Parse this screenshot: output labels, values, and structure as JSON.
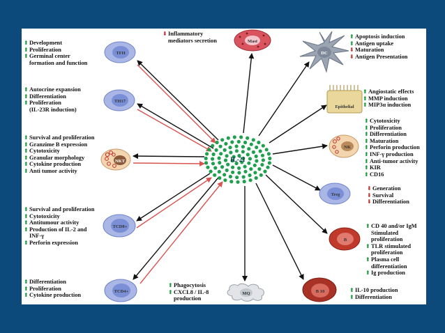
{
  "center": {
    "label": "IL-21"
  },
  "colors": {
    "background": "#0b4a7a",
    "up_arrow": "#1a9a3a",
    "down_arrow": "#c0302c",
    "center_dots": "#1fa04e",
    "link_red": "#d9534f",
    "link_black": "#111111"
  },
  "cells": [
    {
      "id": "tfh",
      "label": "TFH",
      "lines": [
        {
          "dir": "up",
          "text": "Development"
        },
        {
          "dir": "up",
          "text": "Proliferation"
        },
        {
          "dir": "up",
          "text": "Germinal center"
        },
        {
          "dir": "",
          "text": "formation and function"
        }
      ]
    },
    {
      "id": "th17",
      "label": "TH17",
      "lines": [
        {
          "dir": "up",
          "text": "Autocrine expansion"
        },
        {
          "dir": "up",
          "text": "Differentiation"
        },
        {
          "dir": "up",
          "text": "Proliferation"
        },
        {
          "dir": "",
          "text": "(IL-23R induction)"
        }
      ]
    },
    {
      "id": "nkt",
      "label": "NKT",
      "lines": [
        {
          "dir": "up",
          "text": "Survival and proliferation"
        },
        {
          "dir": "up",
          "text": "Granzime B expression"
        },
        {
          "dir": "up",
          "text": "Cytotoxicity"
        },
        {
          "dir": "up",
          "text": "Granular morphology"
        },
        {
          "dir": "up",
          "text": "Cytokine production"
        },
        {
          "dir": "up",
          "text": "Anti tumor activity"
        }
      ]
    },
    {
      "id": "tcd8",
      "label": "TCD8+",
      "lines": [
        {
          "dir": "up",
          "text": "Survival and proliferation"
        },
        {
          "dir": "up",
          "text": "Cytotoxicity"
        },
        {
          "dir": "up",
          "text": "Antitumour activity"
        },
        {
          "dir": "up",
          "text": "Production of IL-2 and"
        },
        {
          "dir": "",
          "text": "INF-γ"
        },
        {
          "dir": "up",
          "text": "Perforin expression"
        }
      ]
    },
    {
      "id": "tcd4",
      "label": "TCD4+",
      "lines": [
        {
          "dir": "up",
          "text": "Differentiation"
        },
        {
          "dir": "up",
          "text": "Proliferation"
        },
        {
          "dir": "up",
          "text": "Cytokine production"
        }
      ]
    },
    {
      "id": "mast",
      "label": "Mast",
      "lines": [
        {
          "dir": "down",
          "text": "Inflammatory"
        },
        {
          "dir": "",
          "text": "mediators secretion"
        }
      ]
    },
    {
      "id": "dc",
      "label": "DC",
      "lines": [
        {
          "dir": "up",
          "text": "Apoptosis induction"
        },
        {
          "dir": "up",
          "text": "Antigen uptake"
        },
        {
          "dir": "down",
          "text": "Maturation"
        },
        {
          "dir": "down",
          "text": "Antigen Presentation"
        }
      ]
    },
    {
      "id": "epithelial",
      "label": "Epithelial",
      "lines": [
        {
          "dir": "up",
          "text": "Angiostatic effects"
        },
        {
          "dir": "up",
          "text": "MMP induction"
        },
        {
          "dir": "up",
          "text": "MIP3α induction"
        }
      ]
    },
    {
      "id": "nk",
      "label": "NK",
      "lines": [
        {
          "dir": "up",
          "text": "Cytotoxicity"
        },
        {
          "dir": "up",
          "text": "Proliferation"
        },
        {
          "dir": "up",
          "text": "Differentiation"
        },
        {
          "dir": "up",
          "text": "Maturation"
        },
        {
          "dir": "up",
          "text": "Perforin production"
        },
        {
          "dir": "up",
          "text": "INF-γ production"
        },
        {
          "dir": "up",
          "text": "Anti-tumor activity"
        },
        {
          "dir": "up",
          "text": "KIR"
        },
        {
          "dir": "up",
          "text": "CD16"
        }
      ]
    },
    {
      "id": "treg",
      "label": "Treg",
      "lines": [
        {
          "dir": "down",
          "text": "Generation"
        },
        {
          "dir": "down",
          "text": "Survival"
        },
        {
          "dir": "down",
          "text": "Differentiation"
        }
      ]
    },
    {
      "id": "b",
      "label": "B",
      "lines": [
        {
          "dir": "up",
          "text": "CD 40 and/or IgM"
        },
        {
          "dir": "",
          "text": "Stimulated"
        },
        {
          "dir": "",
          "text": "proliferation"
        },
        {
          "dir": "up",
          "text": "TLR stimulated"
        },
        {
          "dir": "",
          "text": "proliferation"
        },
        {
          "dir": "up",
          "text": "Plasma cell"
        },
        {
          "dir": "",
          "text": "differentiation"
        },
        {
          "dir": "up",
          "text": "Ig production"
        }
      ]
    },
    {
      "id": "mq",
      "label": "MQ",
      "lines": [
        {
          "dir": "up",
          "text": "Phagocytosis"
        },
        {
          "dir": "up",
          "text": "CXCL8 / IL-8"
        },
        {
          "dir": "",
          "text": "production"
        }
      ]
    },
    {
      "id": "b10",
      "label": "B 10",
      "lines": [
        {
          "dir": "up",
          "text": "IL-10 production"
        },
        {
          "dir": "up",
          "text": "Differentiation"
        }
      ]
    }
  ]
}
